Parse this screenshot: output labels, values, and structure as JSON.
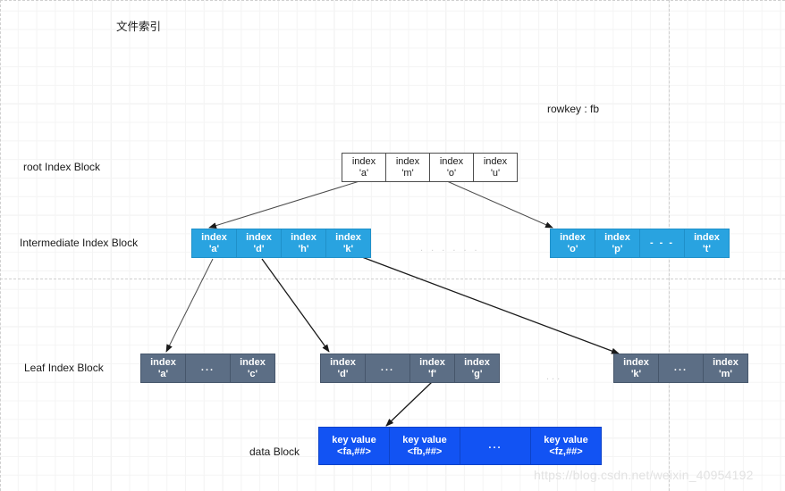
{
  "diagram": {
    "title": "文件索引",
    "rowkey_note": "rowkey : fb",
    "watermark": "https://blog.csdn.net/weixin_40954192",
    "row_labels": {
      "root": "root Index Block",
      "intermediate": "Intermediate Index Block",
      "leaf": "Leaf Index Block",
      "data": "data Block"
    },
    "separators": {
      "intermediate_gap": ". . . . . .",
      "leaf_gap": "..."
    },
    "root_block": {
      "cells": [
        {
          "line1": "index",
          "line2": "'a'"
        },
        {
          "line1": "index",
          "line2": "'m'"
        },
        {
          "line1": "index",
          "line2": "'o'"
        },
        {
          "line1": "index",
          "line2": "'u'"
        }
      ]
    },
    "intermediate_blocks": [
      {
        "name": "intermediate-block-left",
        "cells": [
          {
            "line1": "index",
            "line2": "'a'"
          },
          {
            "line1": "index",
            "line2": "'d'"
          },
          {
            "line1": "index",
            "line2": "'h'"
          },
          {
            "line1": "index",
            "line2": "'k'"
          }
        ]
      },
      {
        "name": "intermediate-block-right",
        "cells": [
          {
            "line1": "index",
            "line2": "'o'"
          },
          {
            "line1": "index",
            "line2": "'p'"
          },
          {
            "line1": "- - -",
            "line2": ""
          },
          {
            "line1": "index",
            "line2": "'t'"
          }
        ]
      }
    ],
    "leaf_blocks": [
      {
        "name": "leaf-block-a-c",
        "cells": [
          {
            "line1": "index",
            "line2": "'a'"
          },
          {
            "line1": "...",
            "line2": ""
          },
          {
            "line1": "index",
            "line2": "'c'"
          }
        ]
      },
      {
        "name": "leaf-block-d-g",
        "cells": [
          {
            "line1": "index",
            "line2": "'d'"
          },
          {
            "line1": "...",
            "line2": ""
          },
          {
            "line1": "index",
            "line2": "'f'"
          },
          {
            "line1": "index",
            "line2": "'g'"
          }
        ]
      },
      {
        "name": "leaf-block-k-m",
        "cells": [
          {
            "line1": "index",
            "line2": "'k'"
          },
          {
            "line1": "...",
            "line2": ""
          },
          {
            "line1": "index",
            "line2": "'m'"
          }
        ]
      }
    ],
    "data_block": {
      "cells": [
        {
          "line1": "key value",
          "line2": "<fa,##>"
        },
        {
          "line1": "key value",
          "line2": "<fb,##>"
        },
        {
          "line1": "...",
          "line2": ""
        },
        {
          "line1": "key value",
          "line2": "<fz,##>"
        }
      ]
    },
    "colors": {
      "root_fill": "#ffffff",
      "root_border": "#4d4d4d",
      "intermediate_fill": "#29a3e0",
      "leaf_fill": "#5c6e85",
      "data_fill": "#1253f3",
      "arrow": "#1a1a1a",
      "grid": "#e6e6e6"
    }
  }
}
